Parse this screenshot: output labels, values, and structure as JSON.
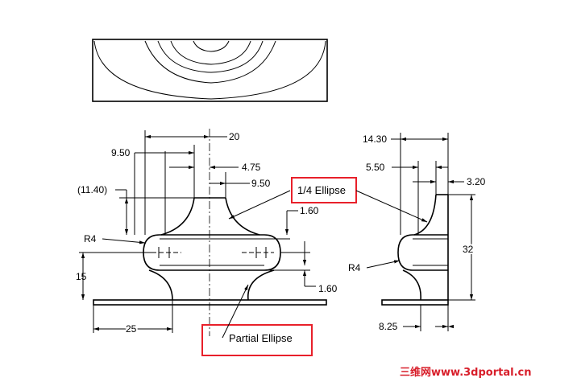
{
  "dimensions": {
    "top_20": "20",
    "left_9_50": "9.50",
    "right_4_75": "4.75",
    "right_9_50": "9.50",
    "paren_11_40": "(11.40)",
    "right_1_60_top": "1.60",
    "left_r4": "R4",
    "left_15": "15",
    "bottom_1_60": "1.60",
    "bottom_25": "25",
    "side_14_30": "14.30",
    "side_5_50": "5.50",
    "side_3_20": "3.20",
    "side_32": "32",
    "side_r4": "R4",
    "side_8_25": "8.25"
  },
  "callouts": {
    "quarter_ellipse": "1/4 Ellipse",
    "partial_ellipse": "Partial Ellipse"
  },
  "watermark": "三维网www.3dportal.cn",
  "colors": {
    "line": "#000000",
    "highlight": "#e8202a",
    "watermark": "#d81e2a"
  }
}
